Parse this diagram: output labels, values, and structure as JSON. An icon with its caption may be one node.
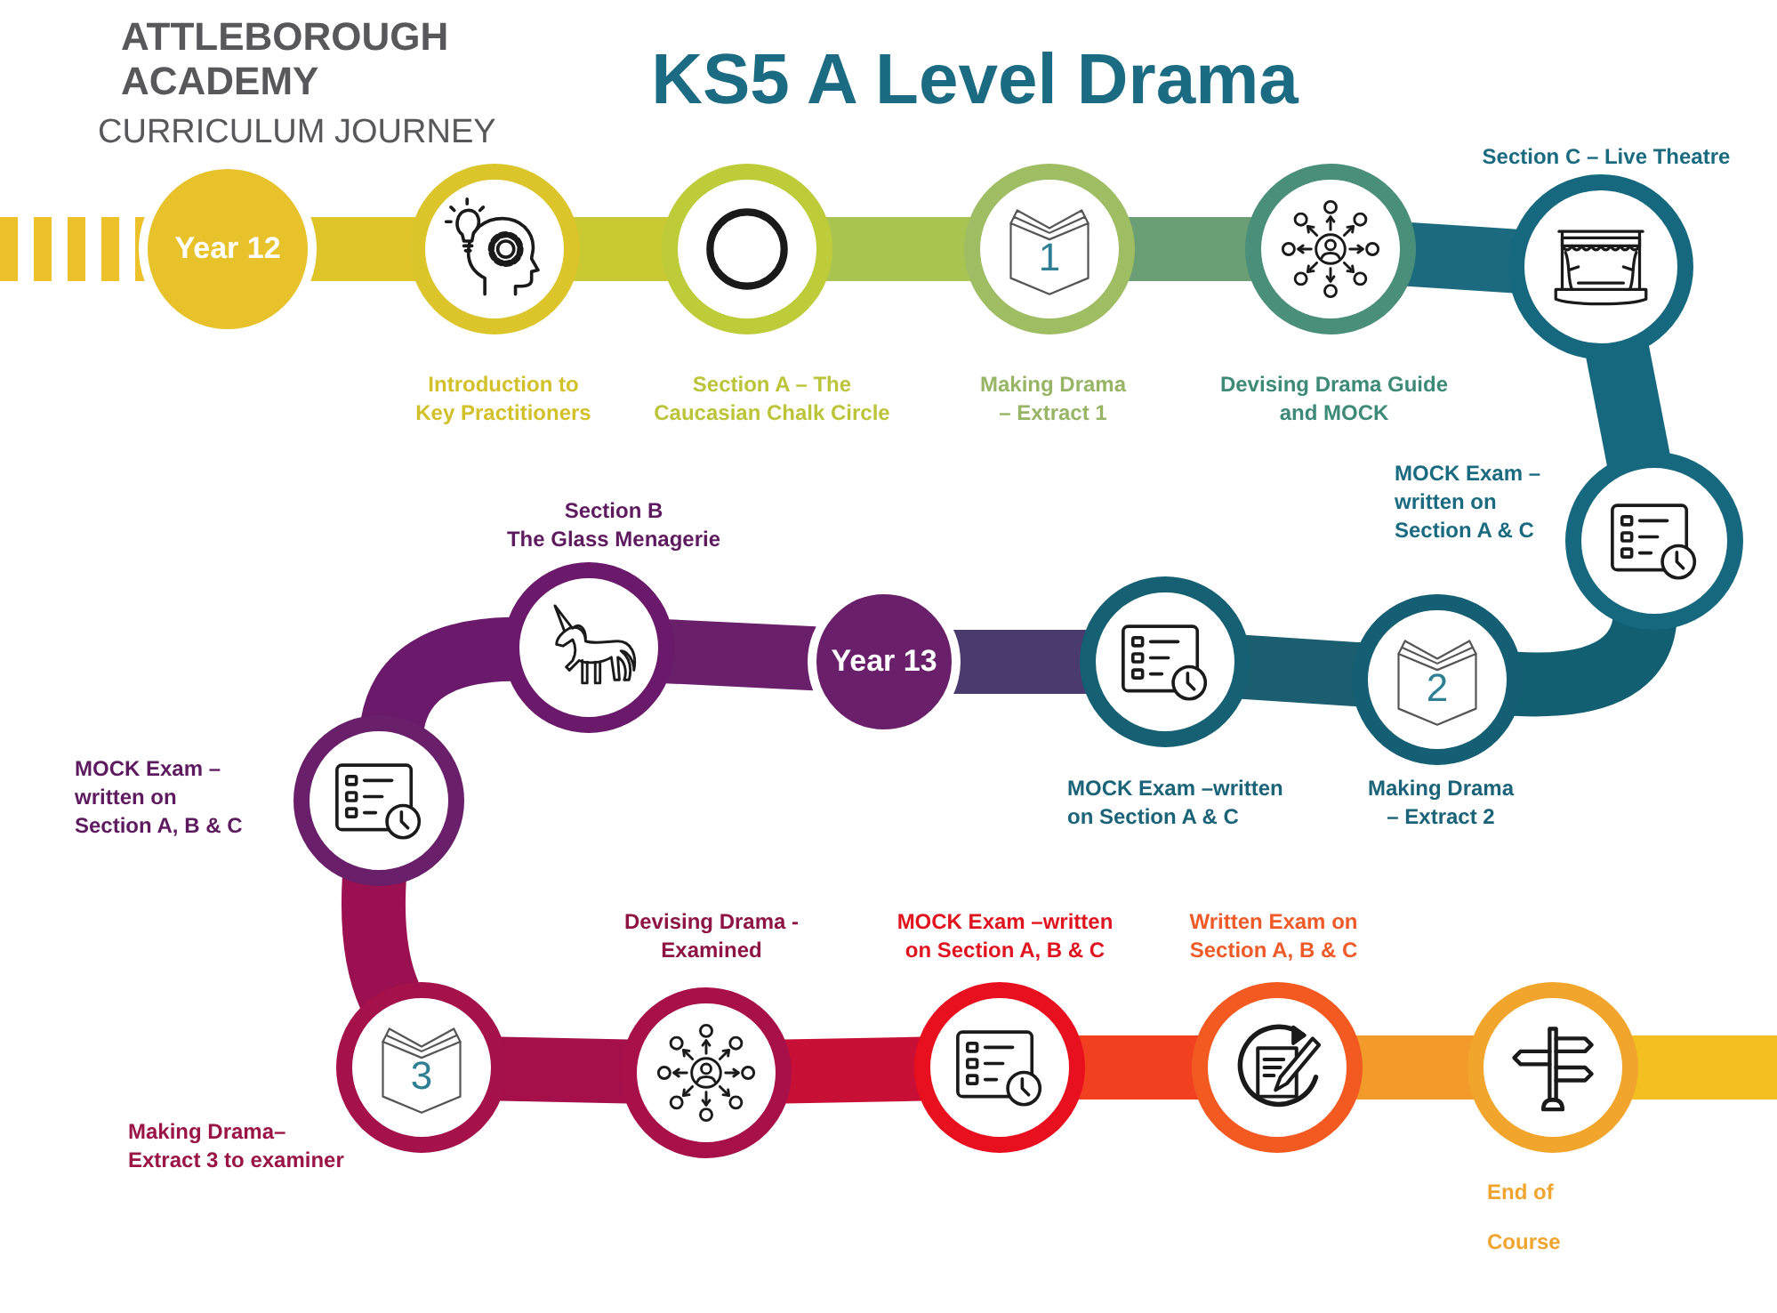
{
  "diagram": {
    "title": "KS5 A Level Drama",
    "nodes": [
      {
        "text": [
          "Year 12"
        ]
      },
      {
        "text": [
          "Introduction to Key Practitioners"
        ]
      },
      {
        "text": [
          "Section A – The Caucasian Chalk Circle"
        ]
      },
      {
        "text": [
          "1",
          "Making Drama – Extract 1"
        ]
      },
      {
        "text": [
          "Devising Drama Guide and MOCK"
        ]
      },
      {
        "text": [
          "Section C – Live Theatre"
        ]
      },
      {
        "text": [
          "MOCK Exam – written on Section A & C"
        ]
      },
      {
        "text": [
          "2",
          "Making Drama – Extract 2"
        ]
      },
      {
        "text": [
          "MOCK Exam –written on Section A & C"
        ]
      },
      {
        "text": [
          "Year 13"
        ]
      },
      {
        "text": [
          "Section B",
          "The Glass Menagerie"
        ]
      },
      {
        "text": [
          "MOCK Exam – written on Section A, B & C"
        ]
      },
      {
        "text": [
          "3",
          "Making Drama– Extract 3 to examiner"
        ]
      },
      {
        "text": [
          "Devising Drama - Examined"
        ]
      },
      {
        "text": [
          "MOCK Exam –written on Section A, B & C"
        ]
      },
      {
        "text": [
          "Written Exam on Section A, B & C"
        ]
      },
      {
        "text": [
          "End of Course"
        ]
      }
    ],
    "edges": [
      {
        "from": null,
        "to": 0,
        "arrow": "none",
        "style": "dashed",
        "color": "#ecc12a"
      },
      {
        "from": 0,
        "to": 1,
        "arrow": "none",
        "color": "#e0c52a"
      },
      {
        "from": 1,
        "to": 2,
        "arrow": "none",
        "color": "#c9c934"
      },
      {
        "from": 2,
        "to": 3,
        "arrow": "none",
        "color": "#a9c450"
      },
      {
        "from": 3,
        "to": 4,
        "arrow": "none",
        "color": "#6a9e74"
      },
      {
        "from": 4,
        "to": 5,
        "arrow": "none",
        "color": "#1c6a80"
      },
      {
        "from": 5,
        "to": 6,
        "arrow": "none",
        "color": "#15687e"
      },
      {
        "from": 6,
        "to": 7,
        "arrow": "none",
        "color": "#135f72"
      },
      {
        "from": 7,
        "to": 8,
        "arrow": "none",
        "color": "#1a5e70"
      },
      {
        "from": 8,
        "to": 9,
        "arrow": "none",
        "color": "#4a3a6e"
      },
      {
        "from": 9,
        "to": 10,
        "arrow": "none",
        "color": "#6a1f6a"
      },
      {
        "from": 10,
        "to": 11,
        "arrow": "none",
        "color": "#6b1a6b"
      },
      {
        "from": 11,
        "to": 12,
        "arrow": "none",
        "color": "#9a1050"
      },
      {
        "from": 12,
        "to": 13,
        "arrow": "none",
        "color": "#a5104a"
      },
      {
        "from": 13,
        "to": 14,
        "arrow": "none",
        "color": "#c80f35"
      },
      {
        "from": 14,
        "to": 15,
        "arrow": "none",
        "color": "#f0401f"
      },
      {
        "from": 15,
        "to": 16,
        "arrow": "none",
        "color": "#f29a2a"
      },
      {
        "from": 16,
        "to": null,
        "arrow": "none",
        "color": "#f2c020"
      }
    ],
    "labels": [
      "ATTLEBOROUGH ACADEMY",
      "CURRICULUM JOURNEY"
    ]
  }
}
